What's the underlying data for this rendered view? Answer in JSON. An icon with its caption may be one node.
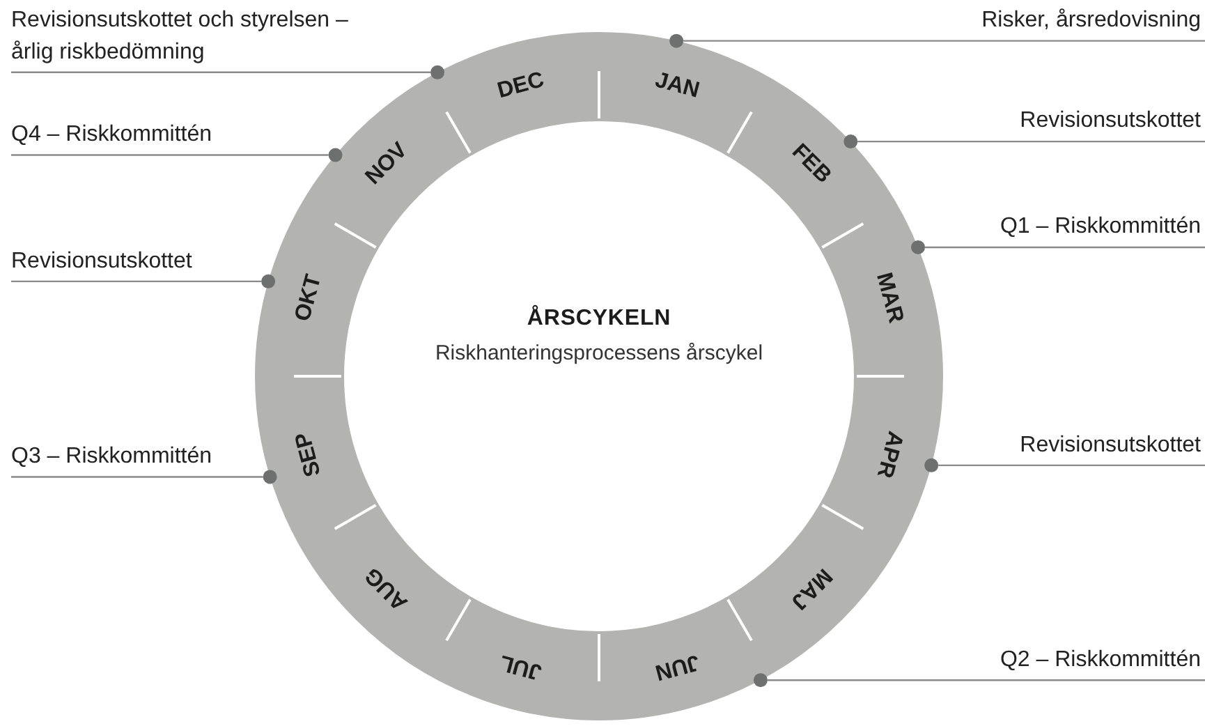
{
  "diagram": {
    "title": "ÅRSCYKELN",
    "nodes": [
      {
        "text": [
          "Revisionsutskottet och styrelsen – årlig riskbedömning"
        ]
      },
      {
        "text": [
          "Risker, årsredovisning"
        ]
      },
      {
        "text": [
          "Revisionsutskottet"
        ]
      },
      {
        "text": [
          "Q4 – Riskkommittén"
        ]
      },
      {
        "text": [
          "Q1 – Riskkommittén"
        ]
      },
      {
        "text": [
          "Revisionsutskottet"
        ]
      },
      {
        "text": [
          "Revisionsutskottet"
        ]
      },
      {
        "text": [
          "Q3 – Riskkommittén"
        ]
      },
      {
        "text": [
          "Q2 – Riskkommittén"
        ]
      },
      {
        "text": [],
        "shape": "circle"
      },
      {
        "text": [],
        "shape": "circle"
      },
      {
        "text": [],
        "shape": "circle"
      },
      {
        "text": [],
        "shape": "circle"
      },
      {
        "text": [],
        "shape": "circle"
      },
      {
        "text": [],
        "shape": "circle"
      },
      {
        "text": [],
        "shape": "circle"
      },
      {
        "text": [],
        "shape": "circle"
      },
      {
        "text": [],
        "shape": "circle"
      }
    ],
    "edges": [
      {
        "from": 0,
        "to": 10,
        "arrow": "none"
      },
      {
        "from": 1,
        "to": 9,
        "arrow": "none"
      },
      {
        "from": 2,
        "to": 11,
        "arrow": "none"
      },
      {
        "from": 3,
        "to": 12,
        "arrow": "none"
      },
      {
        "from": 4,
        "to": 13,
        "arrow": "none"
      },
      {
        "from": 5,
        "to": 14,
        "arrow": "none"
      },
      {
        "from": 6,
        "to": 15,
        "arrow": "none"
      },
      {
        "from": 7,
        "to": 16,
        "arrow": "none"
      },
      {
        "from": 8,
        "to": 17,
        "arrow": "none"
      }
    ],
    "labels": [
      "Riskhanteringsprocessens årscykel",
      "JAN",
      "FEB",
      "MAR",
      "APR",
      "MAJ",
      "JUN",
      "JUL",
      "AUG",
      "SEP",
      "OKT",
      "NOV",
      "DEC"
    ]
  }
}
